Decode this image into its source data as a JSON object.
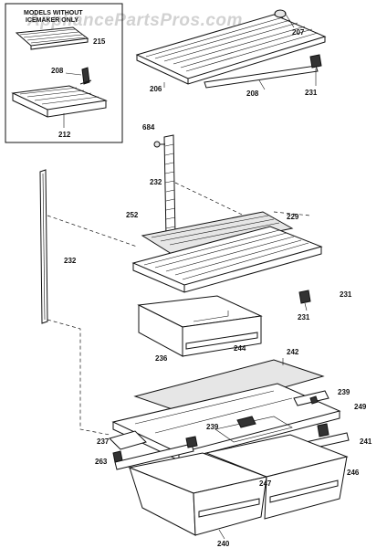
{
  "watermark": "AppliancePartsPros.com",
  "inset": {
    "title_line1": "MODELS WITHOUT",
    "title_line2": "ICEMAKER ONLY"
  },
  "labels": {
    "l215": "215",
    "l208a": "208",
    "l212": "212",
    "l207": "207",
    "l206": "206",
    "l208b": "208",
    "l231a": "231",
    "l684": "684",
    "l232a": "232",
    "l252": "252",
    "l229": "229",
    "l232b": "232",
    "l231b": "231",
    "l231c": "231",
    "l236": "236",
    "l244": "244",
    "l242": "242",
    "l239a": "239",
    "l239b": "239",
    "l249": "249",
    "l241a": "241",
    "l237": "237",
    "l263": "263",
    "l241b": "241",
    "l247": "247",
    "l246": "246",
    "l240": "240"
  }
}
